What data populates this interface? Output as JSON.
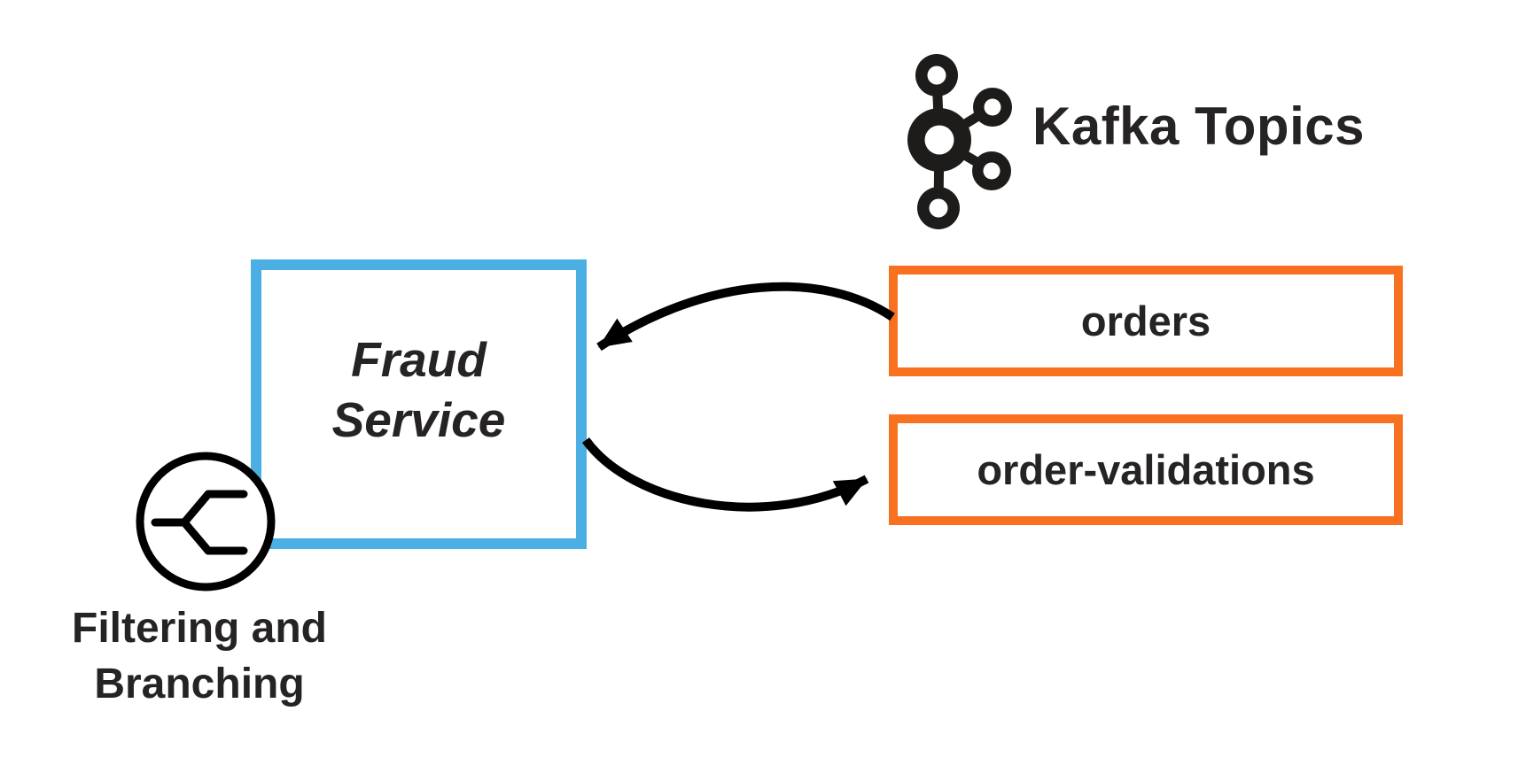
{
  "header": {
    "title": "Kafka Topics"
  },
  "fraud_service": {
    "line1": "Fraud",
    "line2": "Service"
  },
  "topics": [
    {
      "label": "orders"
    },
    {
      "label": "order-validations"
    }
  ],
  "filtering": {
    "line1": "Filtering and",
    "line2": "Branching"
  },
  "icons": {
    "kafka_logo": "kafka-logo-icon",
    "branch": "branch-filter-icon"
  },
  "colors": {
    "service_border": "#4BAFE4",
    "topic_border": "#F87120",
    "ink": "#262324",
    "arrow": "#000000"
  }
}
